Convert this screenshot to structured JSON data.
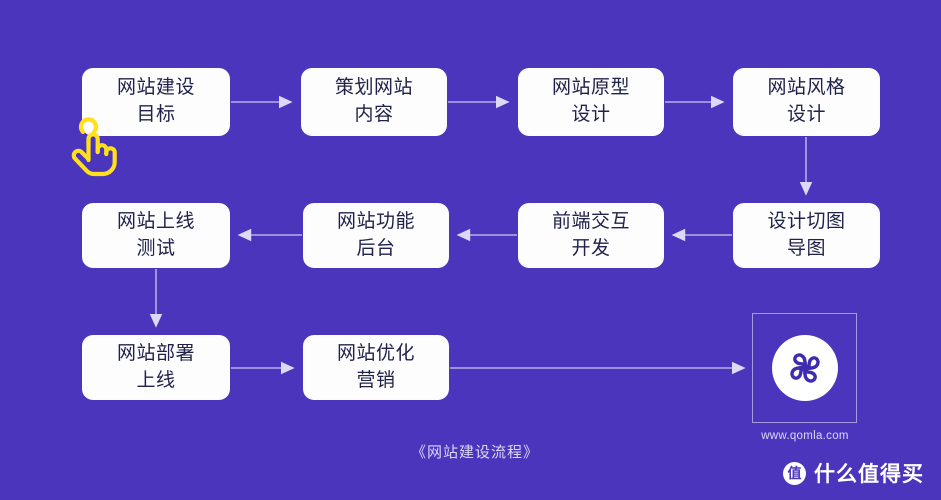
{
  "background_color": "#4c35bd",
  "node_fill": "#fdfdfe",
  "node_text_color": "#20224b",
  "edge_color": "#b7aee6",
  "cursor_color": "#ffe01b",
  "flow": {
    "title": "《网站建设流程》",
    "nodes": [
      {
        "id": "n1",
        "line1": "网站建设",
        "line2": "目标"
      },
      {
        "id": "n2",
        "line1": "策划网站",
        "line2": "内容"
      },
      {
        "id": "n3",
        "line1": "网站原型",
        "line2": "设计"
      },
      {
        "id": "n4",
        "line1": "网站风格",
        "line2": "设计"
      },
      {
        "id": "n5",
        "line1": "网站上线",
        "line2": "测试"
      },
      {
        "id": "n6",
        "line1": "网站功能",
        "line2": "后台"
      },
      {
        "id": "n7",
        "line1": "前端交互",
        "line2": "开发"
      },
      {
        "id": "n8",
        "line1": "设计切图",
        "line2": "导图"
      },
      {
        "id": "n9",
        "line1": "网站部署",
        "line2": "上线"
      },
      {
        "id": "n10",
        "line1": "网站优化",
        "line2": "营销"
      }
    ]
  },
  "brand": {
    "url": "www.qomla.com",
    "logo_icon": "clover-pinwheel-logo"
  },
  "watermark": {
    "badge": "值",
    "text": "什么值得买"
  }
}
